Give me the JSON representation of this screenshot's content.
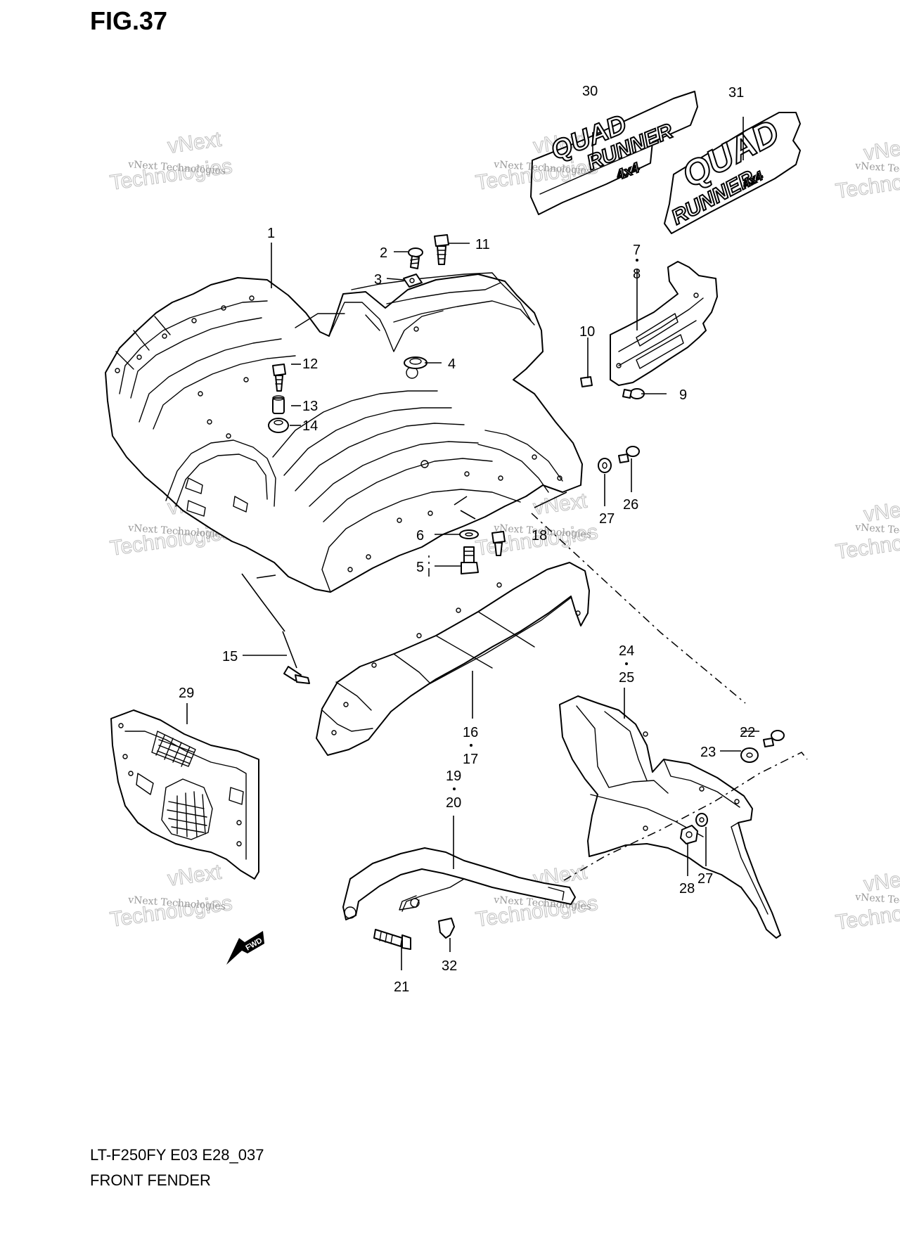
{
  "figure": {
    "title": "FIG.37"
  },
  "footer": {
    "model_code": "LT-F250FY E03 E28_037",
    "section_name": "FRONT FENDER"
  },
  "decals": {
    "decal_30_text_1": "QUAD",
    "decal_30_text_2": "RUNNER",
    "decal_30_text_3": "4x4",
    "decal_31_text_1": "QUAD",
    "decal_31_text_2": "RUNNER",
    "decal_31_text_3": "4x4"
  },
  "arrow": {
    "label": "FWD"
  },
  "watermark": {
    "company": "vNext Technologies",
    "big_word_1": "vNext",
    "big_word_2": "Technologies"
  },
  "callouts": {
    "c1": "1",
    "c2": "2",
    "c3": "3",
    "c4": "4",
    "c5": "5",
    "c6": "6",
    "c7": "7",
    "c8": "8",
    "c9": "9",
    "c10": "10",
    "c11": "11",
    "c12": "12",
    "c13": "13",
    "c14": "14",
    "c15": "15",
    "c16": "16",
    "c17": "17",
    "c18": "18",
    "c19": "19",
    "c20": "20",
    "c21": "21",
    "c22": "22",
    "c23": "23",
    "c24": "24",
    "c25": "25",
    "c26": "26",
    "c27a": "27",
    "c27b": "27",
    "c28": "28",
    "c29": "29",
    "c30": "30",
    "c31": "31",
    "c32": "32"
  }
}
